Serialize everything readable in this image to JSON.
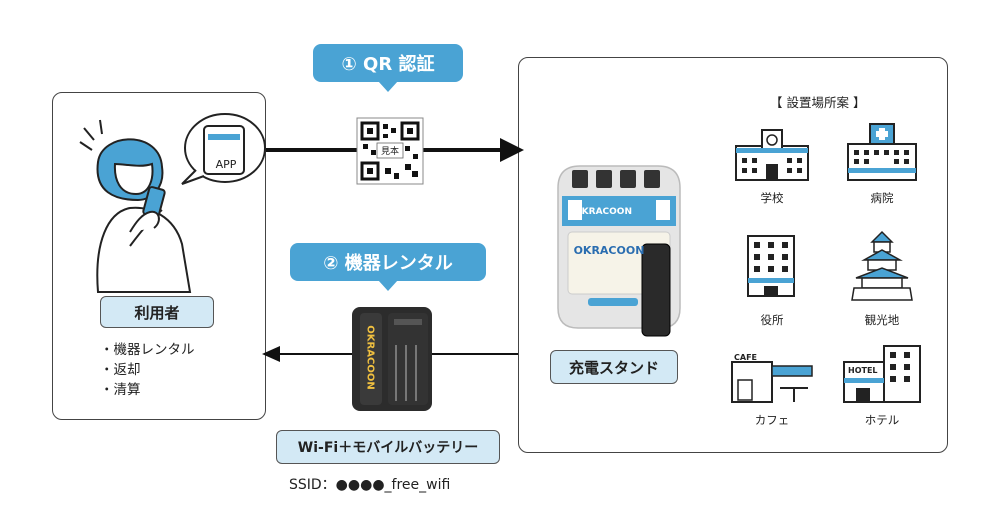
{
  "step1": {
    "label": "① QR 認証"
  },
  "step2": {
    "label": "② 機器レンタル"
  },
  "qr": {
    "caption": "見本"
  },
  "user": {
    "app_label": "APP",
    "label": "利用者",
    "list": [
      "・機器レンタル",
      "・返却",
      "・清算"
    ]
  },
  "stand": {
    "label": "充電スタンド",
    "brand": "OKRACOON"
  },
  "device": {
    "label": "Wi-Fi＋モバイルバッテリー",
    "ssid": "SSID：●●●●_free_wifi"
  },
  "places": {
    "title": "【 設置場所案 】",
    "items": [
      {
        "label": "学校",
        "icon": "school-icon"
      },
      {
        "label": "病院",
        "icon": "hospital-icon"
      },
      {
        "label": "役所",
        "icon": "government-office-icon"
      },
      {
        "label": "観光地",
        "icon": "castle-icon"
      },
      {
        "label": "カフェ",
        "icon": "cafe-icon"
      },
      {
        "label": "ホテル",
        "icon": "hotel-icon"
      }
    ],
    "cafe_sign": "CAFE",
    "hotel_sign": "HOTEL"
  },
  "colors": {
    "accent": "#4aa3d4",
    "label_bg": "#d3e9f5",
    "line": "#111111"
  }
}
